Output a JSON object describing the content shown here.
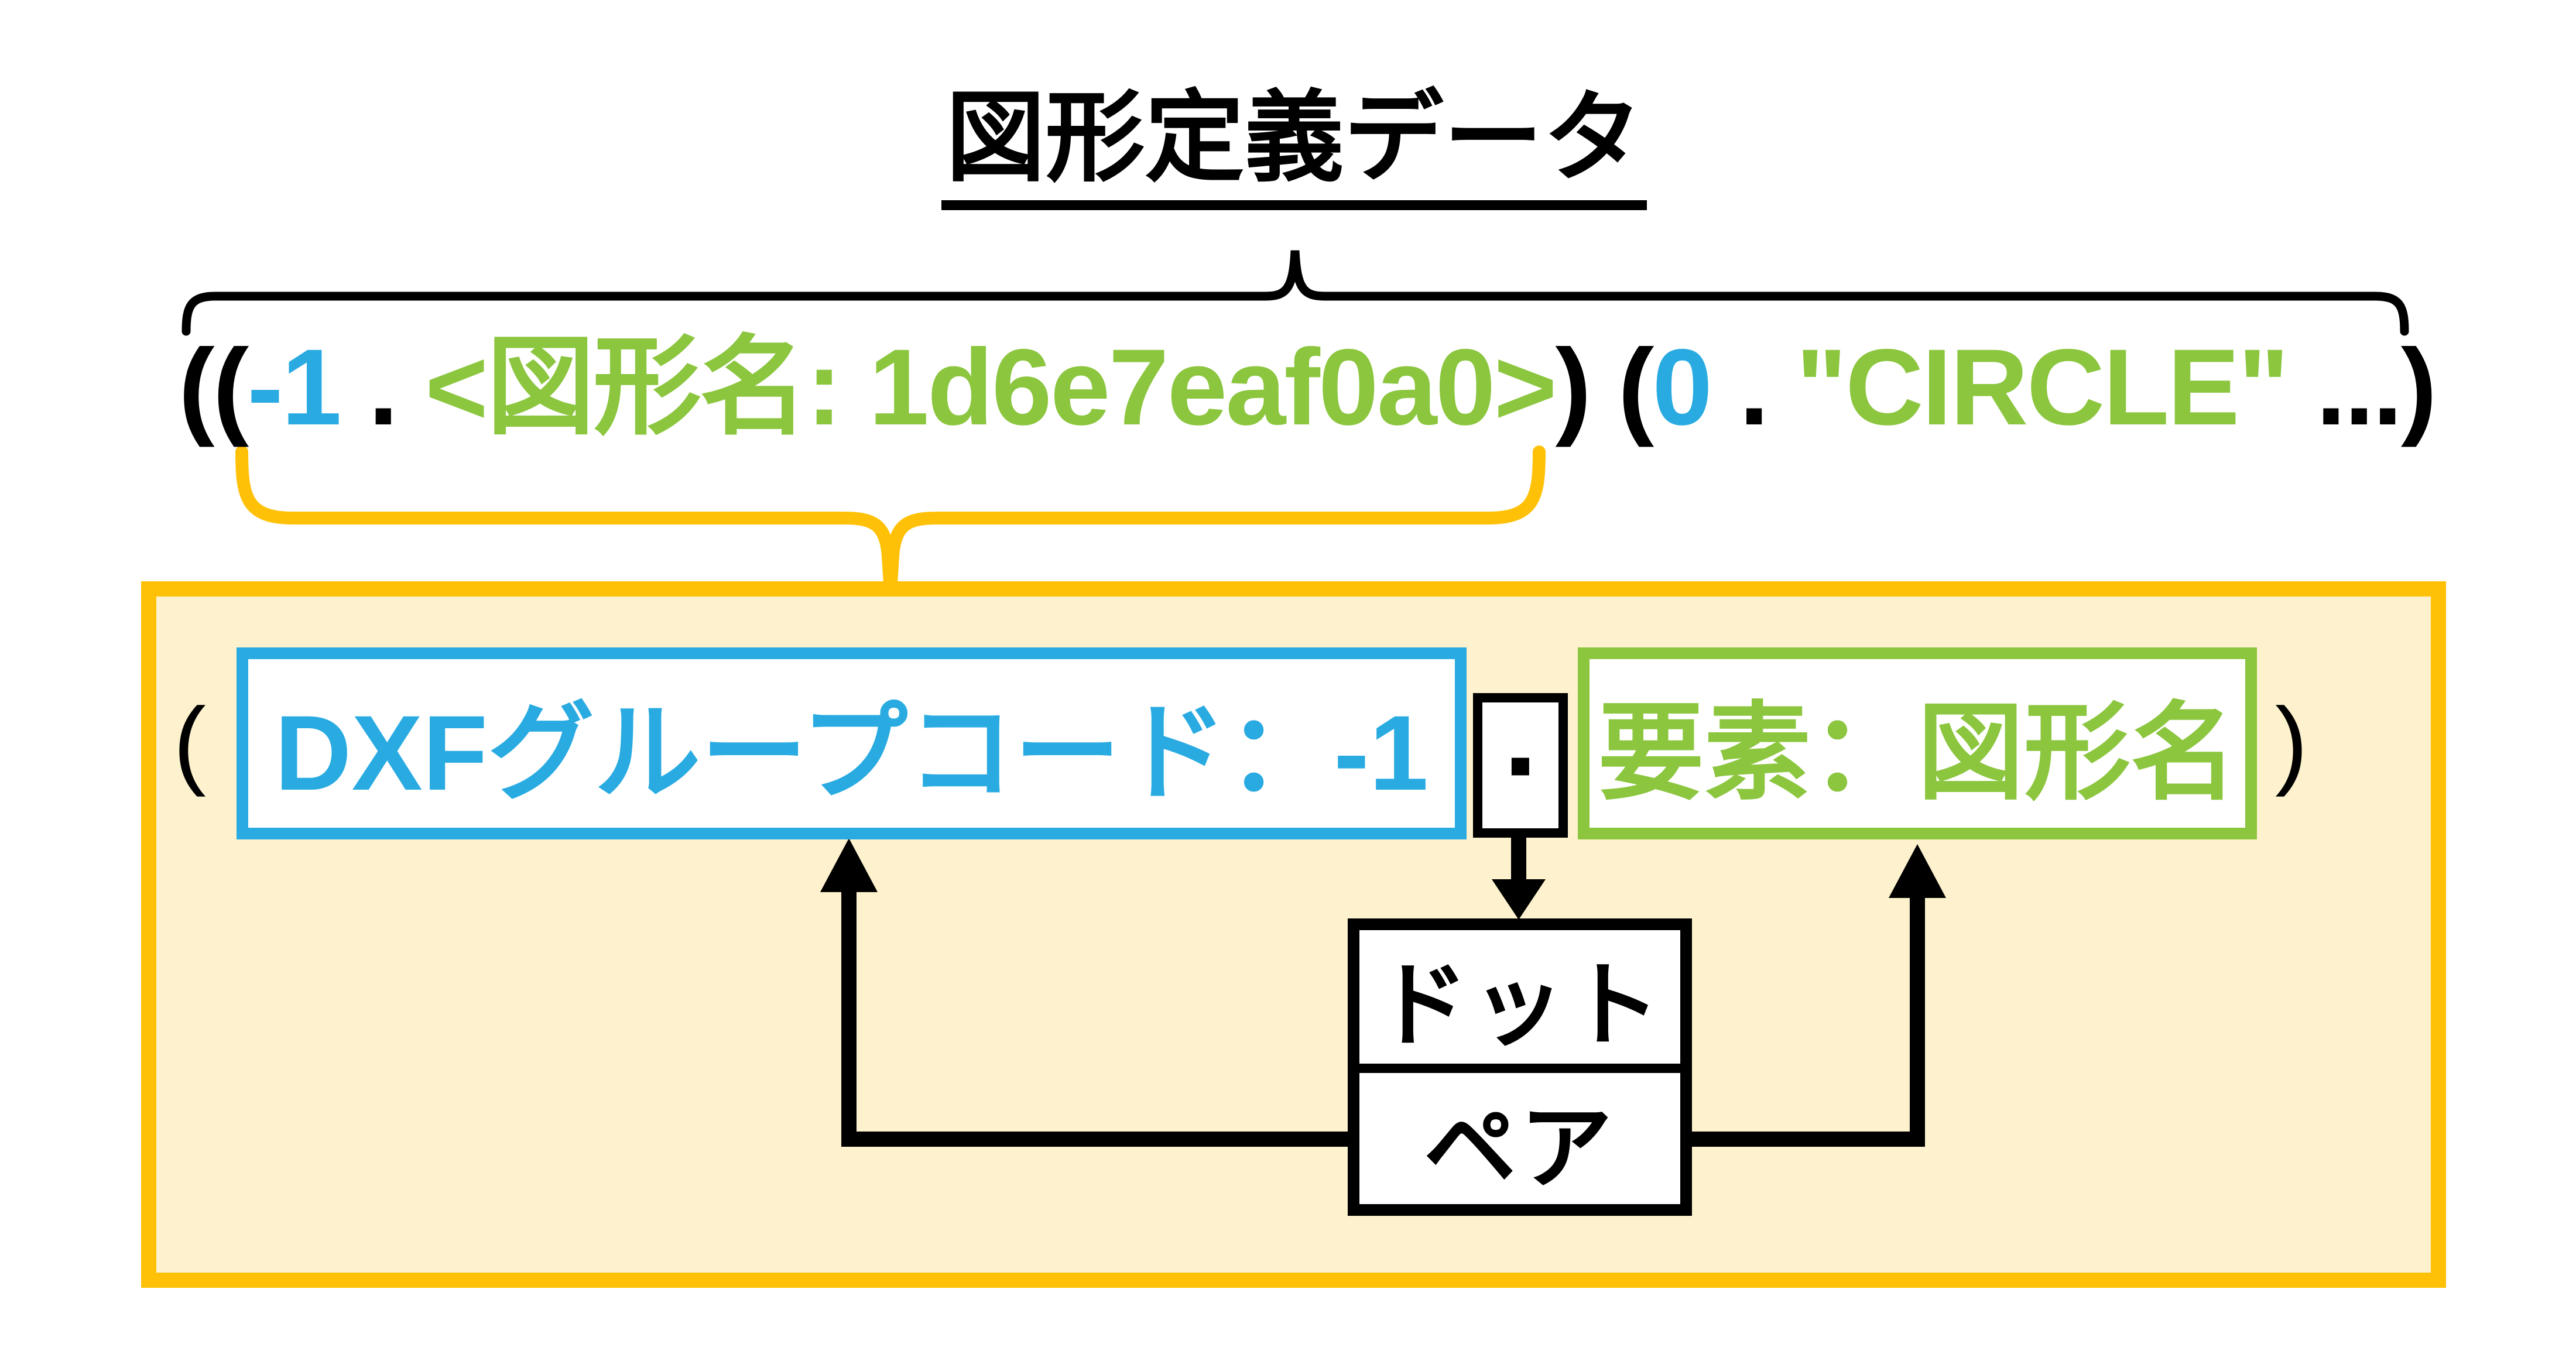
{
  "colors": {
    "accent_blue": "#29ABE2",
    "accent_green": "#8CC63F",
    "accent_orange": "#FFC107",
    "panel_fill": "#FDF2CD",
    "ink": "#000000"
  },
  "header": {
    "title": "図形定義データ"
  },
  "code_line": {
    "tokens": [
      {
        "text": "((",
        "color": "black"
      },
      {
        "text": "-1",
        "color": "blue"
      },
      {
        "text": " . ",
        "color": "black"
      },
      {
        "text": "<図形名: 1d6e7eaf0a0>",
        "color": "green"
      },
      {
        "text": ") (",
        "color": "black"
      },
      {
        "text": "0",
        "color": "blue"
      },
      {
        "text": " . ",
        "color": "black"
      },
      {
        "text": "\"CIRCLE\"",
        "color": "green"
      },
      {
        "text": " ...)",
        "color": "black"
      }
    ]
  },
  "pair_diagram": {
    "open_paren": "(",
    "group_code_label": "DXFグループコード：-1",
    "dot_glyph": "■",
    "element_label": "要素：図形名",
    "close_paren": ")",
    "pair_box": {
      "top_label": "ドット",
      "bottom_label": "ペア"
    }
  }
}
